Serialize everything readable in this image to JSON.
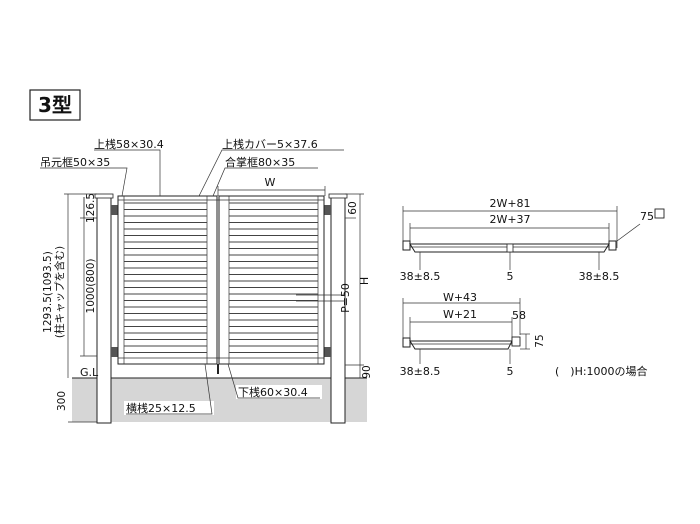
{
  "type_label": "3型",
  "front": {
    "upper_rail": "上桟58×30.4",
    "upper_rail_cover": "上桟カバー5×37.6",
    "hanging_frame": "吊元框50×35",
    "meeting_frame": "合掌框80×35",
    "width": "W",
    "dim_126_5": "126.5",
    "dim_60": "60",
    "height_total": "1293.5(1093.5)",
    "height_total_note": "(柱キャップを含む)",
    "height_1000": "1000(800)",
    "height_H": "H",
    "pitch": "P=50",
    "gl": "G.L",
    "dim_90": "90",
    "depth_300": "300",
    "horizontal_rail": "横桟25×12.5",
    "lower_rail": "下桟60×30.4"
  },
  "plan_double": {
    "outer": "2W+81",
    "inner": "2W+37",
    "post_size": "75",
    "left_offset": "38±8.5",
    "center_gap": "5",
    "right_offset": "38±8.5"
  },
  "plan_single": {
    "outer": "W+43",
    "inner": "W+21",
    "dim_58": "58",
    "dim_75": "75",
    "left_offset": "38±8.5",
    "center_gap": "5"
  },
  "note": "(　)H:1000の場合"
}
